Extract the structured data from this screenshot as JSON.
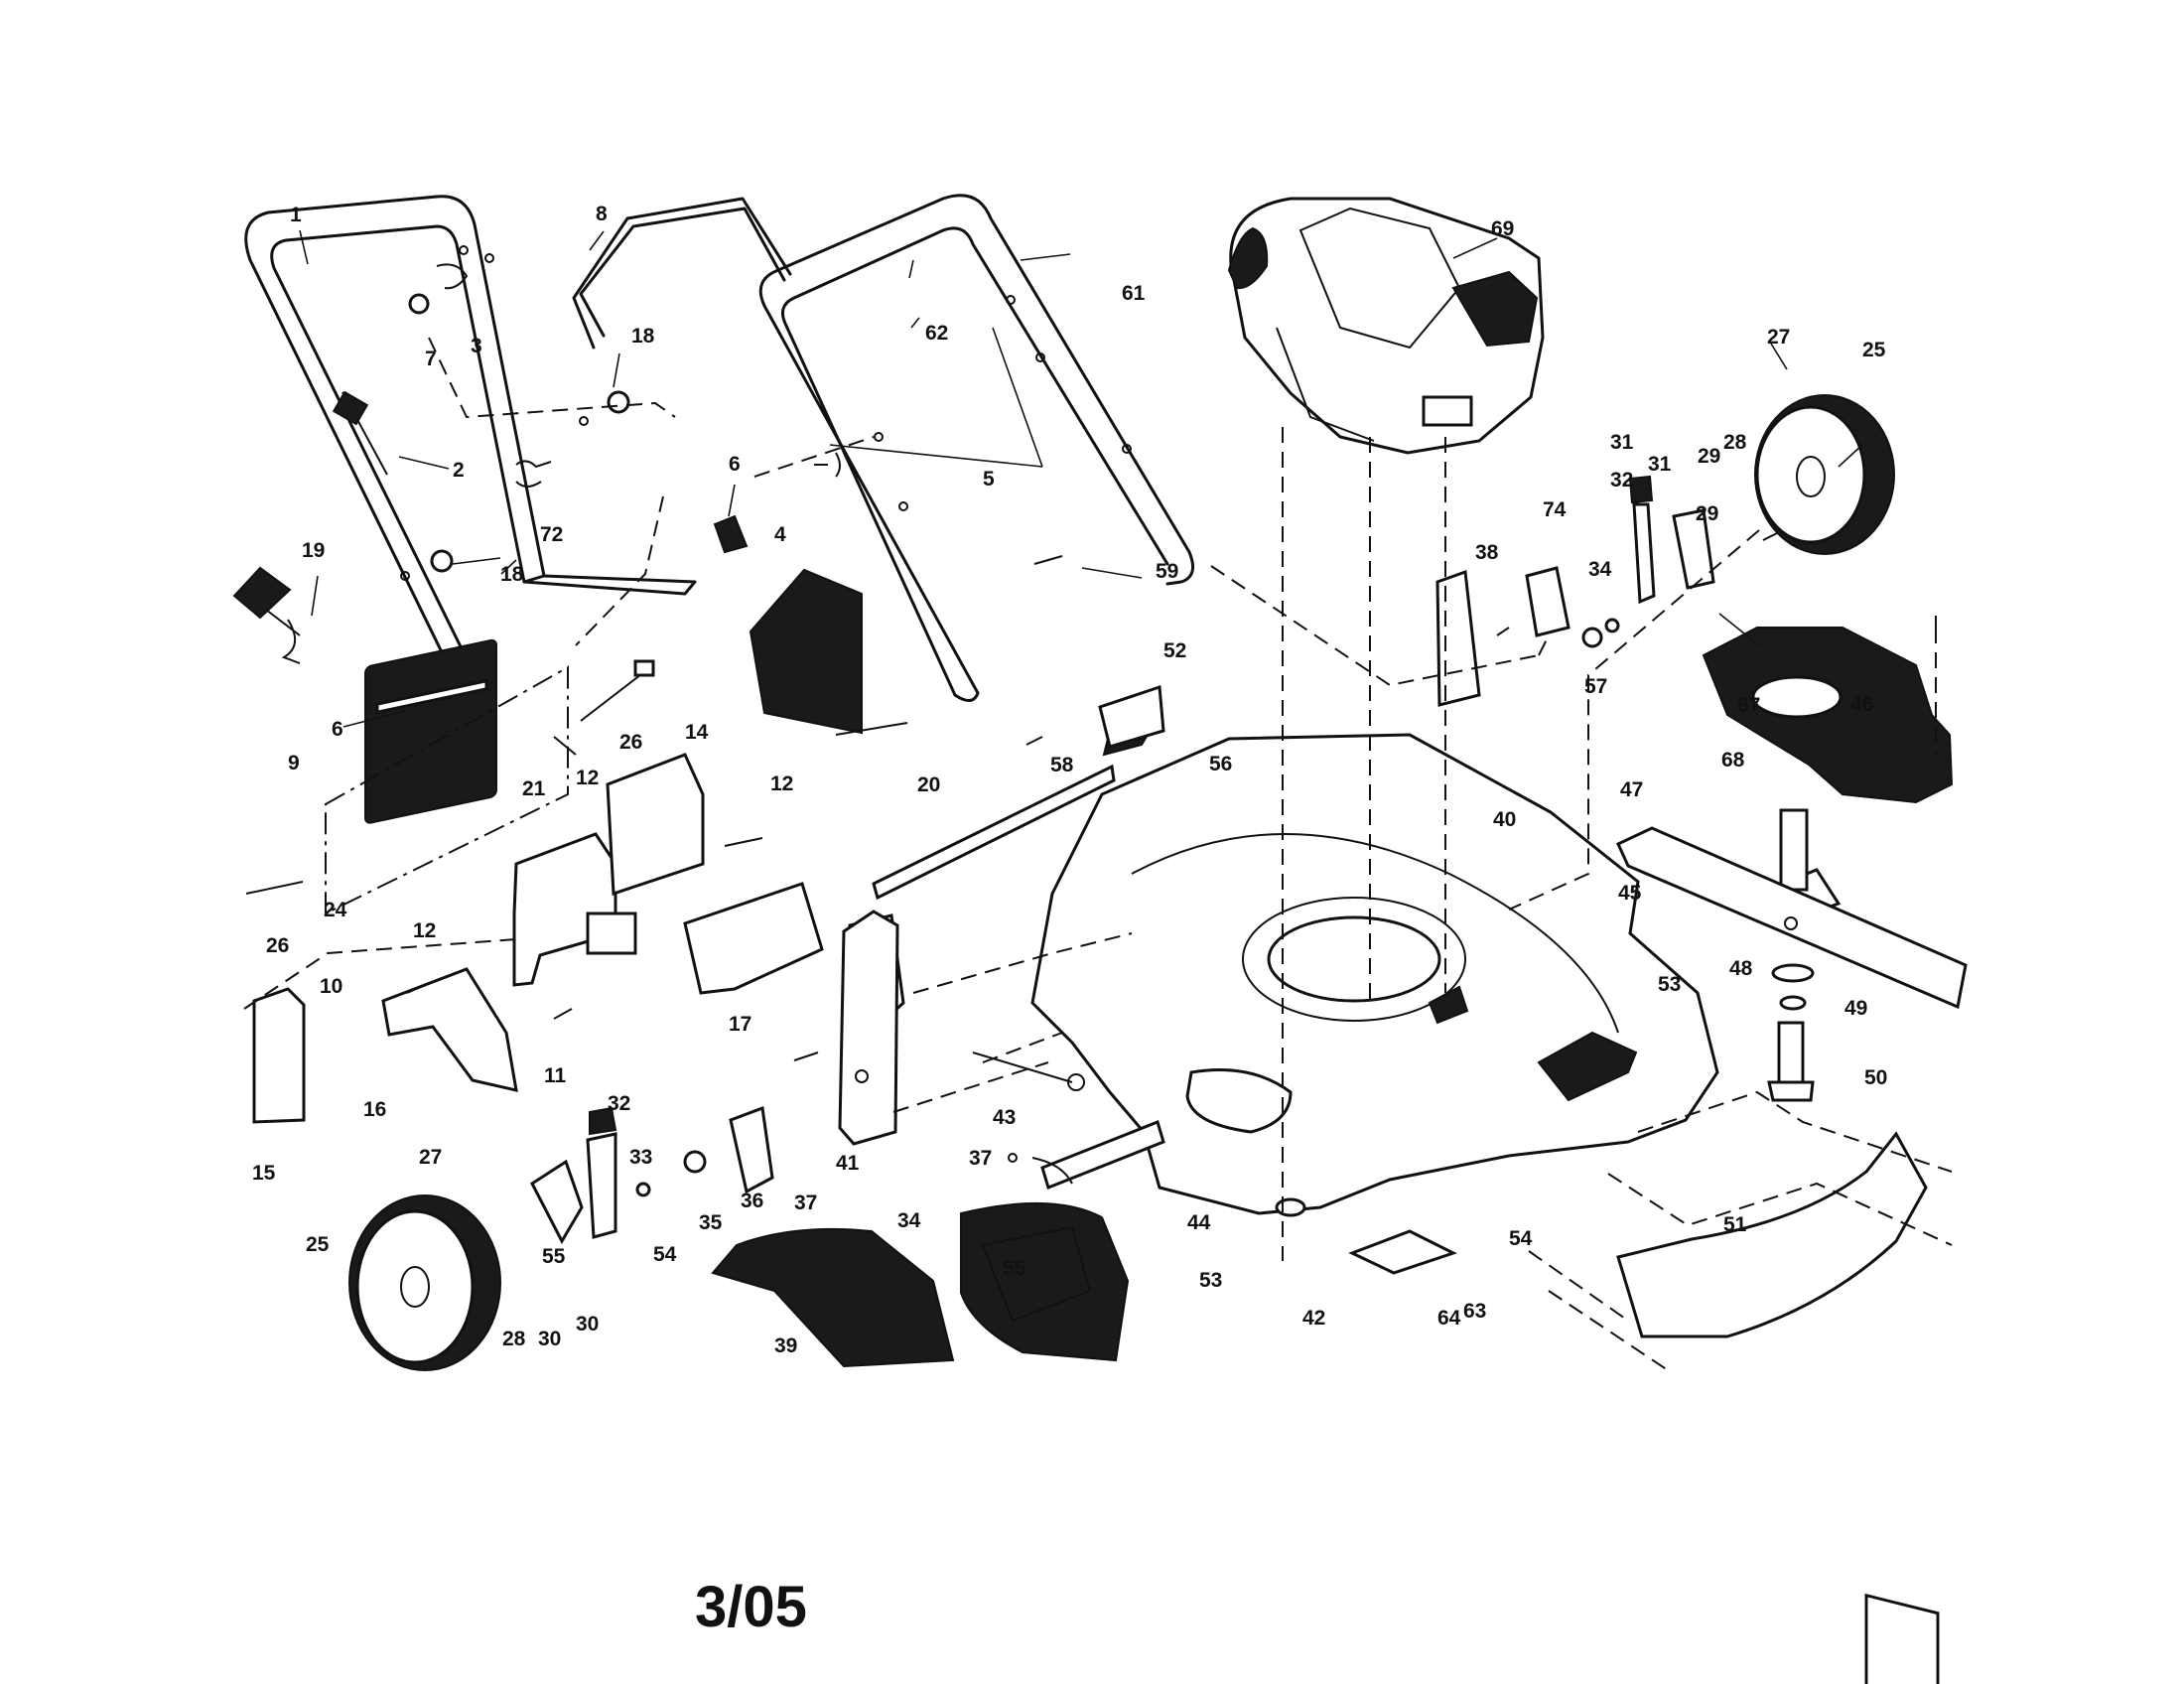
{
  "diagram": {
    "footer_date": "3/05",
    "callouts": [
      {
        "id": "c1",
        "text": "1"
      },
      {
        "id": "c2",
        "text": "2"
      },
      {
        "id": "c3",
        "text": "3"
      },
      {
        "id": "c4",
        "text": "4"
      },
      {
        "id": "c5",
        "text": "5"
      },
      {
        "id": "c6a",
        "text": "6"
      },
      {
        "id": "c6b",
        "text": "6"
      },
      {
        "id": "c7",
        "text": "7"
      },
      {
        "id": "c8",
        "text": "8"
      },
      {
        "id": "c9",
        "text": "9"
      },
      {
        "id": "c10",
        "text": "10"
      },
      {
        "id": "c11",
        "text": "11"
      },
      {
        "id": "c12a",
        "text": "12"
      },
      {
        "id": "c12b",
        "text": "12"
      },
      {
        "id": "c12c",
        "text": "12"
      },
      {
        "id": "c14",
        "text": "14"
      },
      {
        "id": "c15",
        "text": "15"
      },
      {
        "id": "c16",
        "text": "16"
      },
      {
        "id": "c17",
        "text": "17"
      },
      {
        "id": "c18a",
        "text": "18"
      },
      {
        "id": "c18b",
        "text": "18"
      },
      {
        "id": "c19",
        "text": "19"
      },
      {
        "id": "c20",
        "text": "20"
      },
      {
        "id": "c21",
        "text": "21"
      },
      {
        "id": "c24",
        "text": "24"
      },
      {
        "id": "c25a",
        "text": "25"
      },
      {
        "id": "c25b",
        "text": "25"
      },
      {
        "id": "c26a",
        "text": "26"
      },
      {
        "id": "c26b",
        "text": "26"
      },
      {
        "id": "c27a",
        "text": "27"
      },
      {
        "id": "c27b",
        "text": "27"
      },
      {
        "id": "c28a",
        "text": "28"
      },
      {
        "id": "c28b",
        "text": "28"
      },
      {
        "id": "c29a",
        "text": "29"
      },
      {
        "id": "c29b",
        "text": "29"
      },
      {
        "id": "c30a",
        "text": "30"
      },
      {
        "id": "c30b",
        "text": "30"
      },
      {
        "id": "c31a",
        "text": "31"
      },
      {
        "id": "c31b",
        "text": "31"
      },
      {
        "id": "c32a",
        "text": "32"
      },
      {
        "id": "c32b",
        "text": "32"
      },
      {
        "id": "c33",
        "text": "33"
      },
      {
        "id": "c34a",
        "text": "34"
      },
      {
        "id": "c34b",
        "text": "34"
      },
      {
        "id": "c35",
        "text": "35"
      },
      {
        "id": "c36",
        "text": "36"
      },
      {
        "id": "c37a",
        "text": "37"
      },
      {
        "id": "c37b",
        "text": "37"
      },
      {
        "id": "c38",
        "text": "38"
      },
      {
        "id": "c39",
        "text": "39"
      },
      {
        "id": "c40",
        "text": "40"
      },
      {
        "id": "c41",
        "text": "41"
      },
      {
        "id": "c42",
        "text": "42"
      },
      {
        "id": "c43",
        "text": "43"
      },
      {
        "id": "c44",
        "text": "44"
      },
      {
        "id": "c45",
        "text": "45"
      },
      {
        "id": "c46",
        "text": "46"
      },
      {
        "id": "c47",
        "text": "47"
      },
      {
        "id": "c48",
        "text": "48"
      },
      {
        "id": "c49",
        "text": "49"
      },
      {
        "id": "c50",
        "text": "50"
      },
      {
        "id": "c51",
        "text": "51"
      },
      {
        "id": "c52",
        "text": "52"
      },
      {
        "id": "c53a",
        "text": "53"
      },
      {
        "id": "c53b",
        "text": "53"
      },
      {
        "id": "c54a",
        "text": "54"
      },
      {
        "id": "c54b",
        "text": "54"
      },
      {
        "id": "c55a",
        "text": "55"
      },
      {
        "id": "c55b",
        "text": "55"
      },
      {
        "id": "c56",
        "text": "56"
      },
      {
        "id": "c57",
        "text": "57"
      },
      {
        "id": "c58",
        "text": "58"
      },
      {
        "id": "c59",
        "text": "59"
      },
      {
        "id": "c61",
        "text": "61"
      },
      {
        "id": "c62",
        "text": "62"
      },
      {
        "id": "c63",
        "text": "63"
      },
      {
        "id": "c64",
        "text": "64"
      },
      {
        "id": "c67",
        "text": "67"
      },
      {
        "id": "c68",
        "text": "68"
      },
      {
        "id": "c69",
        "text": "69"
      },
      {
        "id": "c72",
        "text": "72"
      },
      {
        "id": "c74",
        "text": "74"
      }
    ]
  }
}
